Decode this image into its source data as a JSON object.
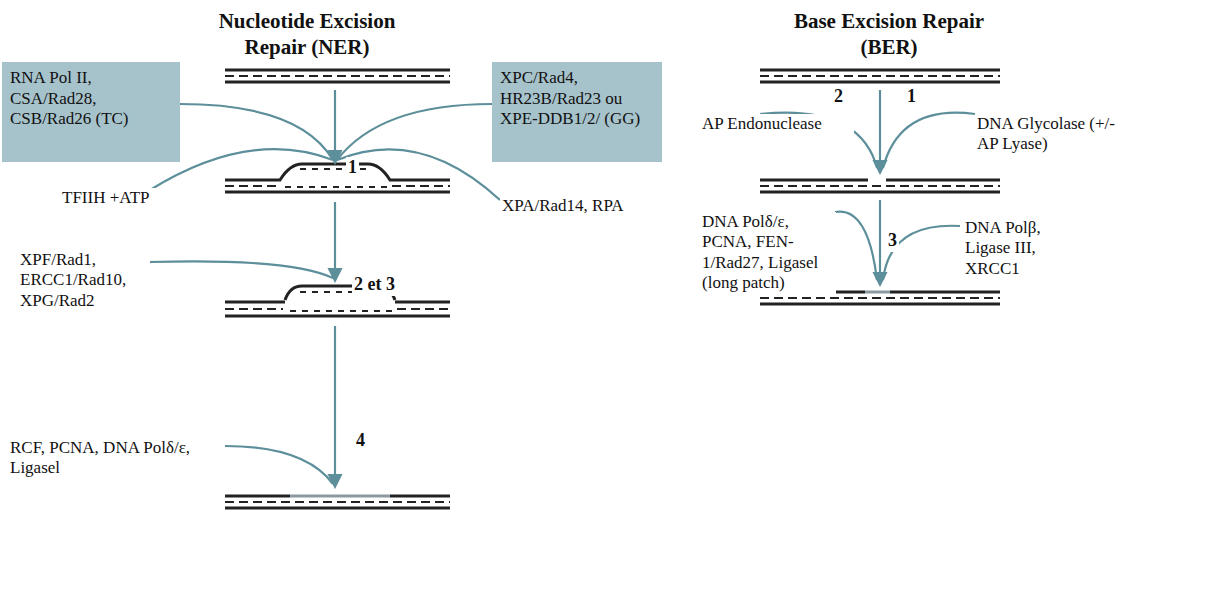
{
  "diagram": {
    "nodes": [
      {
        "text": [
          "RNA Pol II, CSA/Rad28, CSB/Rad26 (TC)"
        ]
      },
      {
        "text": [
          "XPC/Rad4, HR23B/Rad23 ou XPE-DDB1/2/ (GG)"
        ]
      }
    ],
    "labels": [
      "Nucleotide Excision Repair (NER)",
      "Base Excision Repair (BER)",
      "TFIIH +ATP",
      "1",
      "XPA/Rad14, RPA",
      "XPF/Rad1, ERCC1/Rad10, XPG/Rad2",
      "2 et 3",
      "RCF, PCNA, DNA Polδ/ε, Ligasel",
      "4",
      "2",
      "AP Endonuclease",
      "1",
      "DNA Glycolase (+/-AP Lyase)",
      "DNA Polδ/ε, PCNA, FEN-1/Rad27, Ligasel (long patch)",
      "3",
      "DNA Polβ, Ligase III, XRCC1"
    ]
  }
}
